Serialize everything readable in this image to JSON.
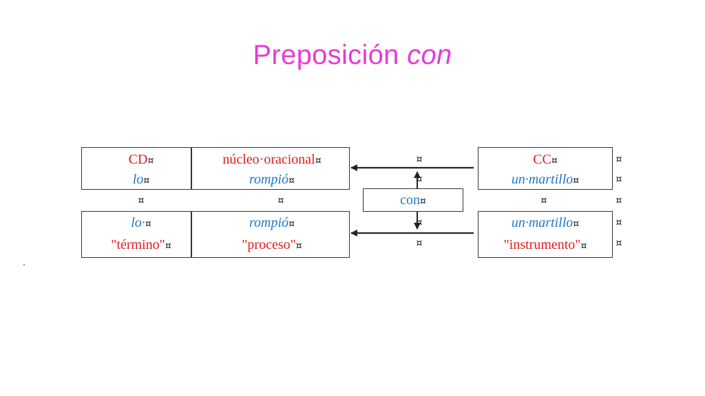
{
  "slide": {
    "title_main": "Preposición",
    "title_em": "con"
  },
  "colors": {
    "title": "#e83bd3",
    "red": "#e31c1c",
    "blue": "#1f78c4"
  },
  "mark": "¤",
  "left_top": {
    "cd": "CD",
    "lo": "lo",
    "nucleo": "núcleo·oracional",
    "rompio": "rompió"
  },
  "left_bottom": {
    "lo": "lo·",
    "termino": "\"término\"",
    "rompio": "rompió",
    "proceso": "\"proceso\""
  },
  "center": {
    "con": "con"
  },
  "right_top": {
    "cc": "CC",
    "martillo": "un·martillo"
  },
  "right_bottom": {
    "martillo": "un·martillo",
    "instrumento": "\"instrumento\""
  },
  "stray_dot": "."
}
